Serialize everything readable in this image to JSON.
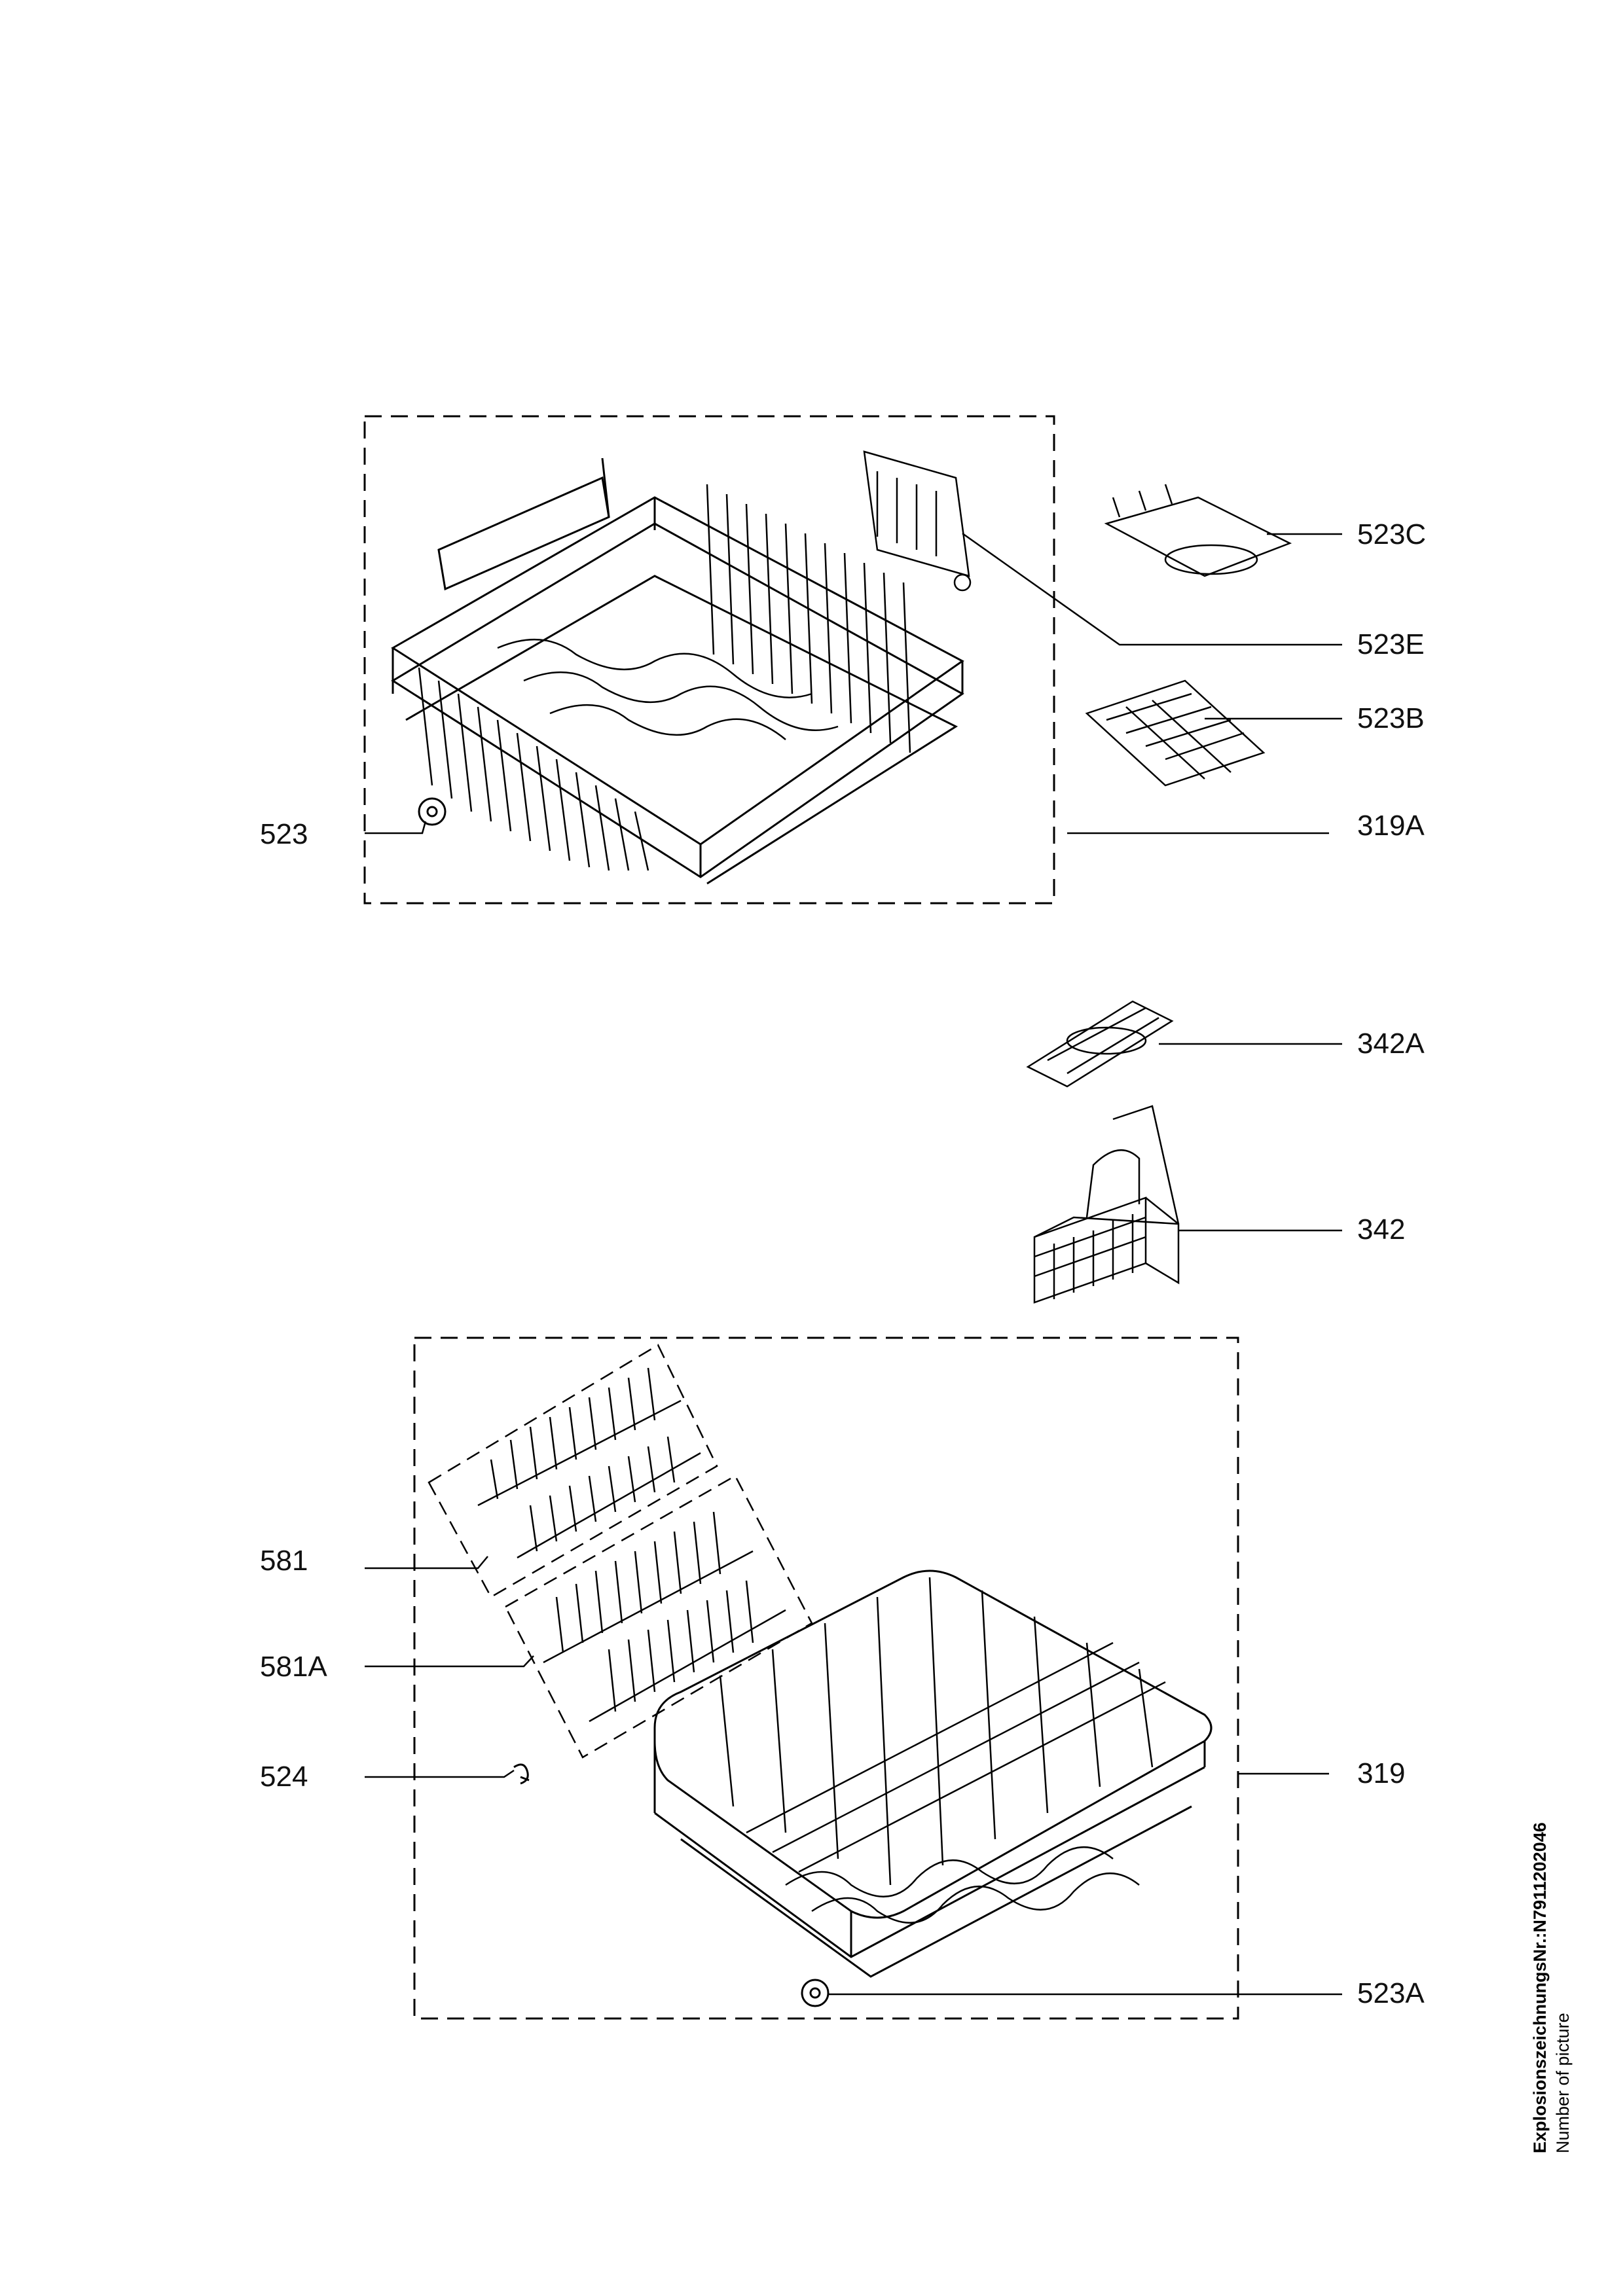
{
  "callouts": {
    "c523C": "523C",
    "c523E": "523E",
    "c523B": "523B",
    "c319A": "319A",
    "c523": "523",
    "c342A": "342A",
    "c342": "342",
    "c581": "581",
    "c581A": "581A",
    "c524": "524",
    "c319": "319",
    "c523A": "523A"
  },
  "side_note": {
    "drawing_number": "ExplosionszeichnungsNr.:N7911202046",
    "caption": "Number of picture"
  }
}
